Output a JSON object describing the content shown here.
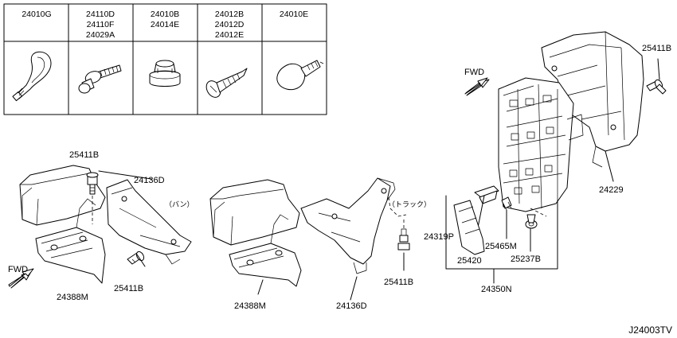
{
  "legend_table": {
    "columns": [
      {
        "header_lines": [
          "24010G"
        ],
        "icon": "cable-tie-icon"
      },
      {
        "header_lines": [
          "24110D",
          "24110F",
          "24029A"
        ],
        "icon": "bolt-with-washer-icon"
      },
      {
        "header_lines": [
          "24010B",
          "24014E"
        ],
        "icon": "grommet-icon"
      },
      {
        "header_lines": [
          "24012B",
          "24012D",
          "24012E"
        ],
        "icon": "screw-icon"
      },
      {
        "header_lines": [
          "24010E"
        ],
        "icon": "push-clip-icon"
      }
    ]
  },
  "left_assembly": {
    "labels": {
      "bolt_top": "25411B",
      "bracket": "24136D",
      "variant": "（バン）",
      "bolt_bottom": "25411B",
      "protector": "24388M",
      "fwd": "FWD"
    }
  },
  "middle_assembly": {
    "labels": {
      "variant": "（トラック）",
      "bolt": "25411B",
      "protector": "24388M",
      "bracket": "24136D"
    }
  },
  "right_assembly": {
    "labels": {
      "fwd": "FWD",
      "bolt": "25411B",
      "bracket": "24229",
      "cover": "24319P",
      "fuse_holder": "25420",
      "relay": "25465M",
      "clip": "25237B",
      "block": "24350N"
    }
  },
  "diagram_code": "J24003TV"
}
